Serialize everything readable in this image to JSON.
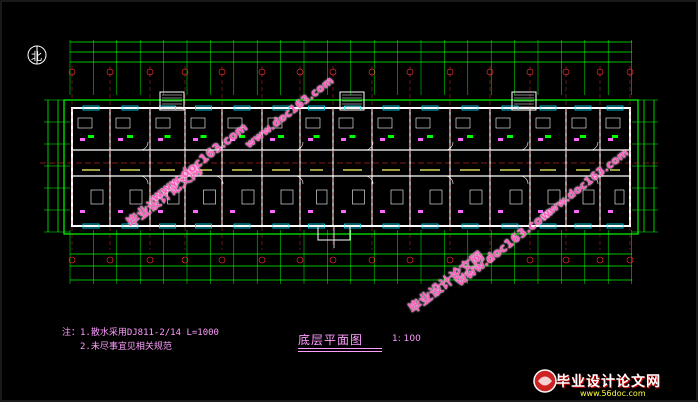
{
  "drawing": {
    "title": "底层平面图",
    "scale": "1: 100",
    "north": "北"
  },
  "notes": {
    "line1": "注：1.散水采用DJ811-2/14 L=1000",
    "line2": "2.未尽事宜见相关规范"
  },
  "watermarks": {
    "text_cn": "毕业设计论文网",
    "text_url": "www.doc163.com"
  },
  "logo": {
    "text": "毕业设计论文网",
    "url": "www.56doc.com"
  },
  "colors": {
    "background": "#000000",
    "walls": "#ffffff",
    "dims": "#00ff00",
    "axis": "#ff3333",
    "windows": "#00e5ff",
    "rooms": "#ff66ff",
    "fixtures": "#ffff66"
  }
}
